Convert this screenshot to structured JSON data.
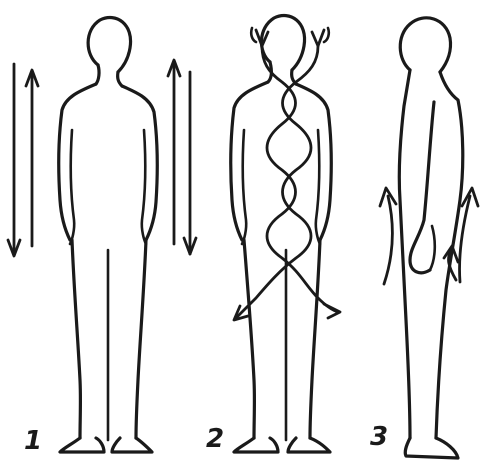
{
  "figures": [
    {
      "label": "1"
    },
    {
      "label": "2"
    },
    {
      "label": "3"
    }
  ],
  "colors": {
    "ink": "#1a1a1a",
    "background": "#ffffff"
  }
}
